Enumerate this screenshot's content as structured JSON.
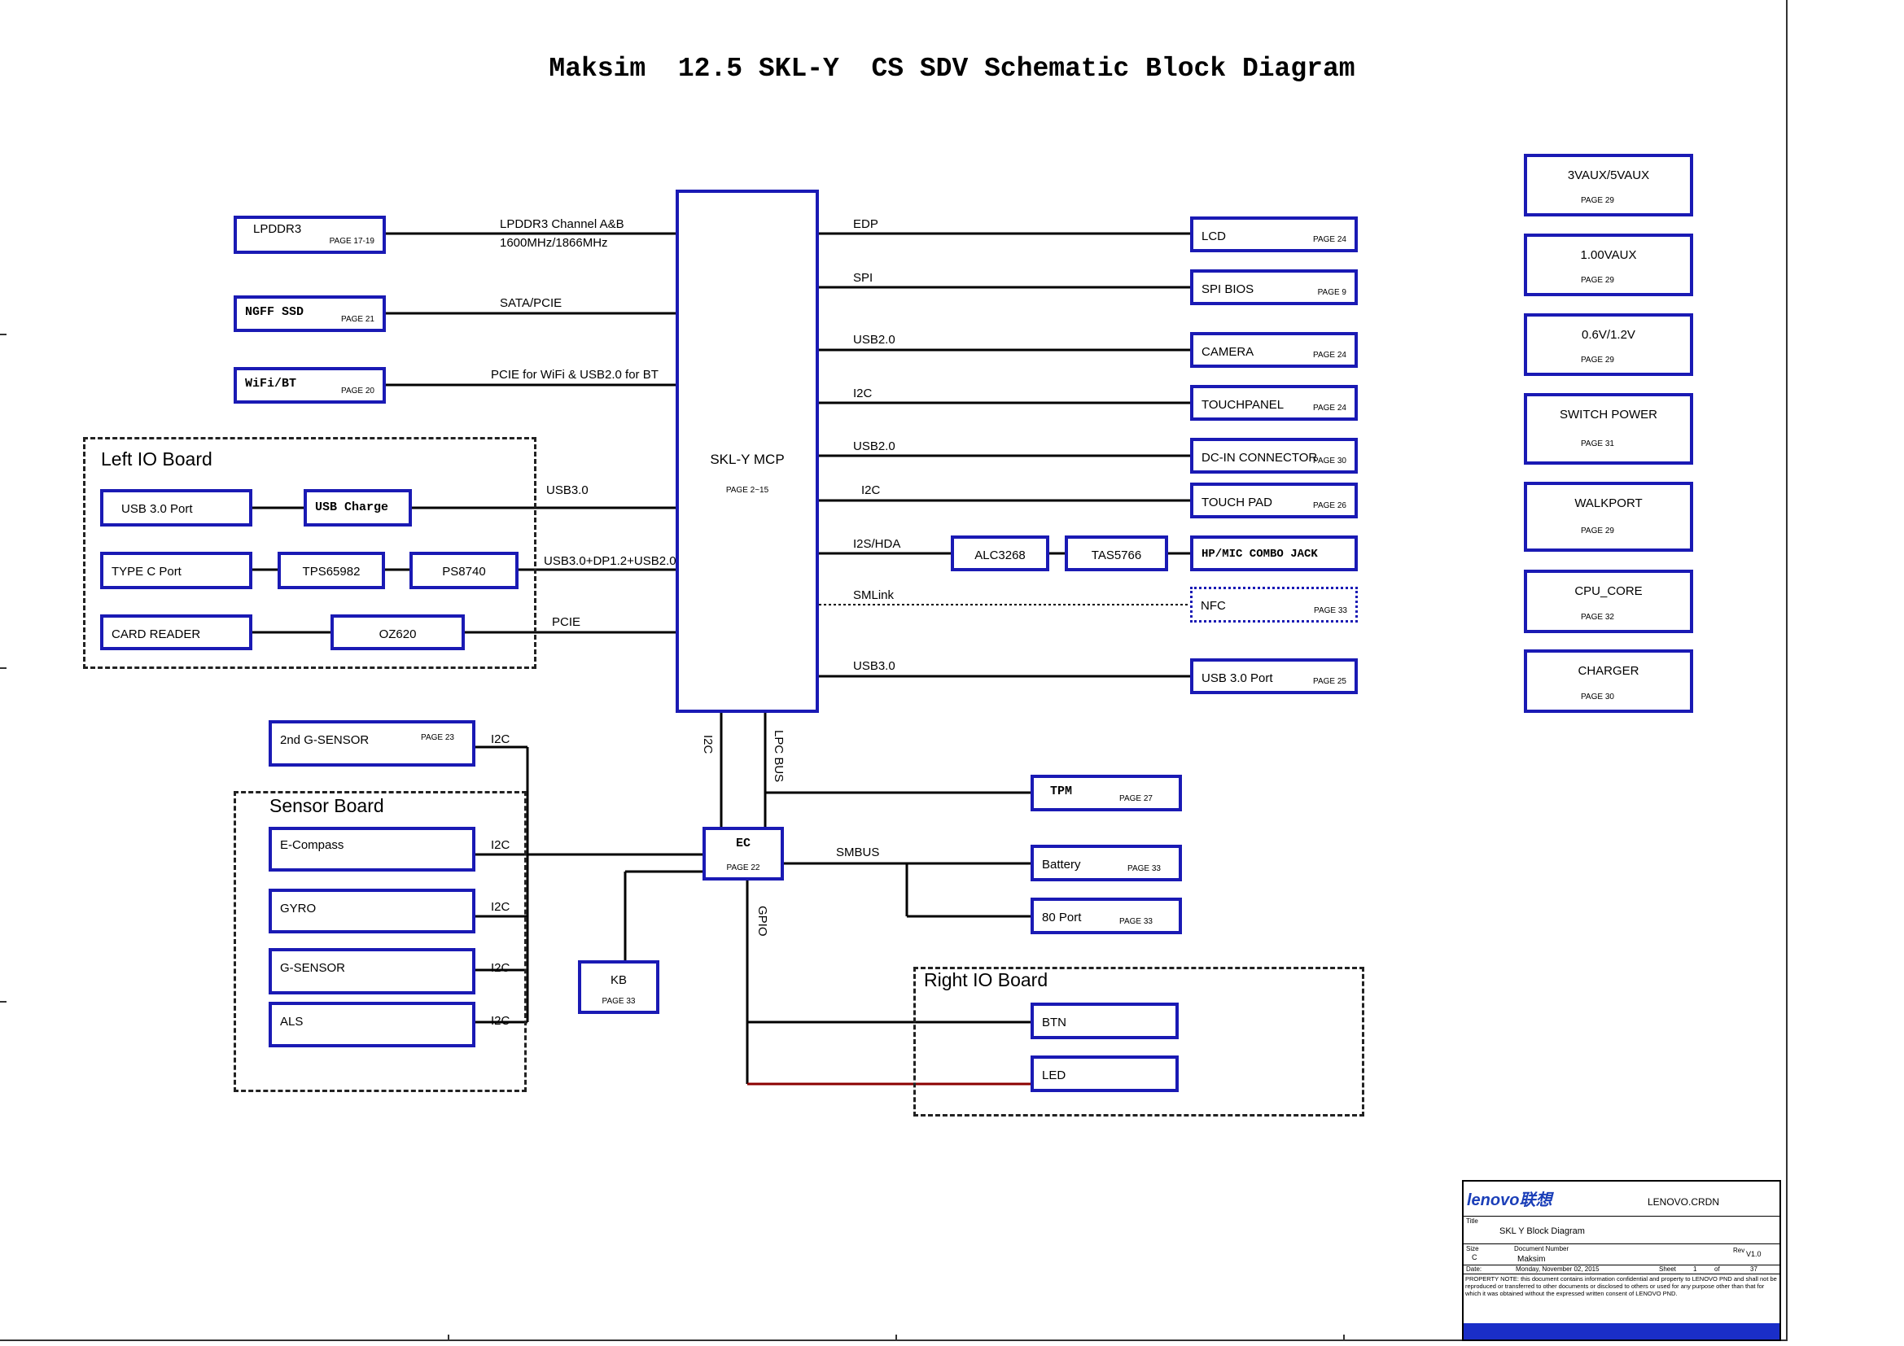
{
  "title": "Maksim  12.5 SKL-Y  CS SDV Schematic Block Diagram",
  "colors": {
    "box_border": "#1a1ab4",
    "wire": "#000000",
    "led_wire": "#8b0000",
    "logo": "#1a3eb8"
  },
  "mcp": {
    "label": "SKL-Y MCP",
    "page": "PAGE 2~15"
  },
  "left_devices": {
    "lpddr3": {
      "label": "LPDDR3",
      "page": "PAGE 17-19",
      "bus": "LPDDR3 Channel A&B",
      "bus2": "1600MHz/1866MHz"
    },
    "ngff": {
      "label": "NGFF SSD",
      "page": "PAGE 21",
      "bus": "SATA/PCIE"
    },
    "wifi": {
      "label": "WiFi/BT",
      "page": "PAGE 20",
      "bus": "PCIE for WiFi & USB2.0 for BT"
    }
  },
  "left_io": {
    "title": "Left  IO Board",
    "usb30_port": "USB 3.0 Port",
    "usb_charge": "USB Charge",
    "bus_usb30": "USB3.0",
    "typec_port": "TYPE C Port",
    "tps": "TPS65982",
    "ps8740": "PS8740",
    "bus_typec": "USB3.0+DP1.2+USB2.0",
    "card_reader": "CARD READER",
    "oz620": "OZ620",
    "bus_pcie": "PCIE"
  },
  "right_devices": [
    {
      "label": "LCD",
      "page": "PAGE 24",
      "bus": "EDP"
    },
    {
      "label": "SPI BIOS",
      "page": "PAGE 9",
      "bus": "SPI"
    },
    {
      "label": "CAMERA",
      "page": "PAGE 24",
      "bus": "USB2.0"
    },
    {
      "label": "TOUCHPANEL",
      "page": "PAGE 24",
      "bus": "I2C"
    },
    {
      "label": "DC-IN CONNECTOR",
      "page": "PAGE 30",
      "bus": "USB2.0"
    },
    {
      "label": "TOUCH PAD",
      "page": "PAGE 26",
      "bus": "I2C"
    },
    {
      "label": "HP/MIC COMBO JACK",
      "page": "",
      "bus": "I2S/HDA"
    },
    {
      "label": "NFC",
      "page": "PAGE 33",
      "bus": "SMLink"
    },
    {
      "label": "USB 3.0 Port",
      "page": "PAGE 25",
      "bus": "USB3.0"
    }
  ],
  "audio": {
    "codec": "ALC3268",
    "amp": "TAS5766"
  },
  "power_rails": [
    {
      "label": "3VAUX/5VAUX",
      "page": "PAGE 29"
    },
    {
      "label": "1.00VAUX",
      "page": "PAGE 29"
    },
    {
      "label": "0.6V/1.2V",
      "page": "PAGE 29"
    },
    {
      "label": "SWITCH POWER",
      "page": "PAGE 31"
    },
    {
      "label": "WALKPORT",
      "page": "PAGE 29"
    },
    {
      "label": "CPU_CORE",
      "page": "PAGE 32"
    },
    {
      "label": "CHARGER",
      "page": "PAGE 30"
    }
  ],
  "ec": {
    "label": "EC",
    "page": "PAGE 22",
    "bus_i2c": "I2C",
    "bus_lpc": "LPC BUS",
    "bus_smbus": "SMBUS",
    "bus_gpio": "GPIO"
  },
  "ec_devices": {
    "tpm": {
      "label": "TPM",
      "page": "PAGE 27"
    },
    "battery": {
      "label": "Battery",
      "page": "PAGE 33"
    },
    "port80": {
      "label": "80 Port",
      "page": "PAGE 33"
    },
    "kb": {
      "label": "KB",
      "page": "PAGE 33"
    }
  },
  "gsensor2": {
    "label": "2nd G-SENSOR",
    "page": "PAGE 23",
    "bus": "I2C"
  },
  "sensor_board": {
    "title": "Sensor Board",
    "items": [
      {
        "label": "E-Compass",
        "bus": "I2C"
      },
      {
        "label": "GYRO",
        "bus": "I2C"
      },
      {
        "label": "G-SENSOR",
        "bus": "I2C"
      },
      {
        "label": "ALS",
        "bus": "I2C"
      }
    ]
  },
  "right_io": {
    "title": "Right  IO Board",
    "btn": "BTN",
    "led": "LED"
  },
  "title_block": {
    "logo": "lenovo联想",
    "company": "LENOVO.CRDN",
    "title_label": "Title",
    "title": "SKL Y Block Diagram",
    "size_label": "Size",
    "size": "C",
    "docnum_label": "Document Number",
    "docnum": "Maksim",
    "rev_label": "Rev",
    "rev": "V1.0",
    "date_label": "Date:",
    "date": "Monday, November 02, 2015",
    "sheet_label": "Sheet",
    "sheet": "1",
    "of_label": "of",
    "total": "37",
    "note": "PROPERTY NOTE: this document contains information confidential and property to LENOVO PND and shall not be reproduced or transferred to other documents or disclosed to others or used for any purpose other than that for which it was obtained without the expressed written consent of LENOVO PND."
  }
}
